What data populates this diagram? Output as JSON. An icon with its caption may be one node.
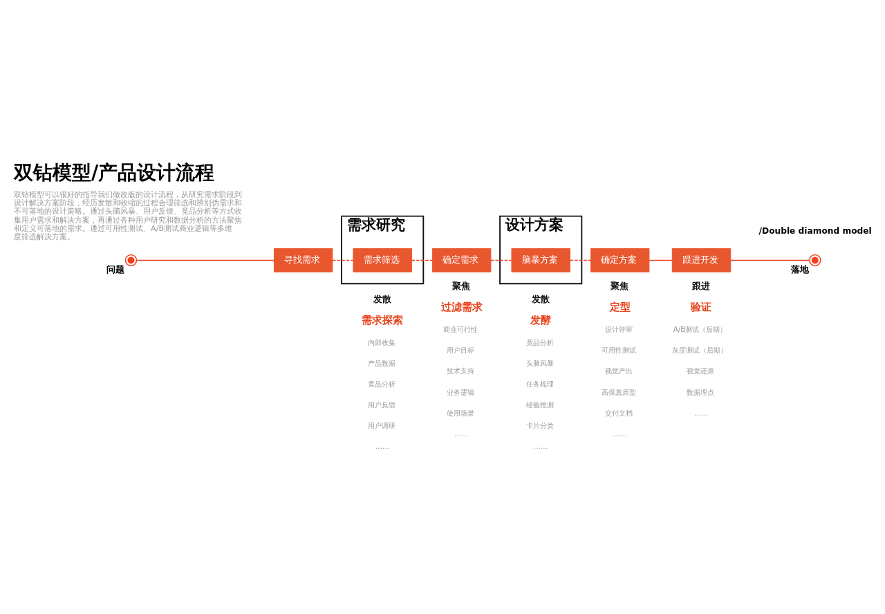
{
  "diagram": {
    "title": "双钻模型/产品设计流程",
    "nodes": [
      {
        "text": [
          "需求研究"
        ]
      },
      {
        "text": [
          "设计方案"
        ]
      },
      {
        "text": [],
        "shape": "circle",
        "beside": [
          "问题"
        ]
      },
      {
        "text": [
          "寻找需求"
        ]
      },
      {
        "text": [
          "需求筛选"
        ],
        "in": 0
      },
      {
        "text": [
          "确定需求"
        ]
      },
      {
        "text": [
          "脑暴方案"
        ],
        "in": 1
      },
      {
        "text": [
          "确定方案"
        ]
      },
      {
        "text": [
          "跟进开发"
        ]
      },
      {
        "text": [],
        "shape": "circle",
        "beside": [
          "落地"
        ]
      }
    ],
    "edges": [
      {
        "from": 2,
        "to": 3,
        "arrow": "none"
      },
      {
        "from": 3,
        "to": 4,
        "arrow": "none",
        "style": "dashed"
      },
      {
        "from": 4,
        "to": 5,
        "arrow": "none",
        "style": "dashed"
      },
      {
        "from": 5,
        "to": 6,
        "arrow": "none",
        "style": "dashed"
      },
      {
        "from": 6,
        "to": 7,
        "arrow": "none",
        "style": "dashed"
      },
      {
        "from": 7,
        "to": 8,
        "arrow": "none"
      },
      {
        "from": 8,
        "to": 9,
        "arrow": "none"
      }
    ],
    "labels": [
      "/Double diamond model",
      "双钻模型可以很好的指导我们做改版的设计流程，从研究需求阶段到设计解决方案阶段，经历发散和收缩的过程合理筛选和辨别伪需求和不可落地的设计策略。通过头脑风暴、用户反馈、竟品分析等方式收集用户需求和解决方案，再通过各种用户研究和数据分析的方法聚焦和定义可落地的需求。通过可用性测试、A/B测试商业逻辑等多维度筛选解决方案。",
      "发散",
      "需求探索",
      "内部收集",
      "产品数据",
      "竟品分析",
      "用户反馈",
      "用户调研",
      "……",
      "聚焦",
      "过滤需求",
      "商业可行性",
      "用户目标",
      "技术支持",
      "业务逻辑",
      "使用场景",
      "……",
      "发散",
      "发酵",
      "竟品分析",
      "头脑风暴",
      "任务梳理",
      "经验推测",
      "卡片分类",
      "……",
      "聚焦",
      "定型",
      "设计评审",
      "可用性测试",
      "视觉产出",
      "高保真原型",
      "交付文档",
      "……",
      "跟进",
      "验证",
      "A/B测试（后期）",
      "灰度测试（后期）",
      "视觉还原",
      "数据埋点",
      "……"
    ]
  }
}
